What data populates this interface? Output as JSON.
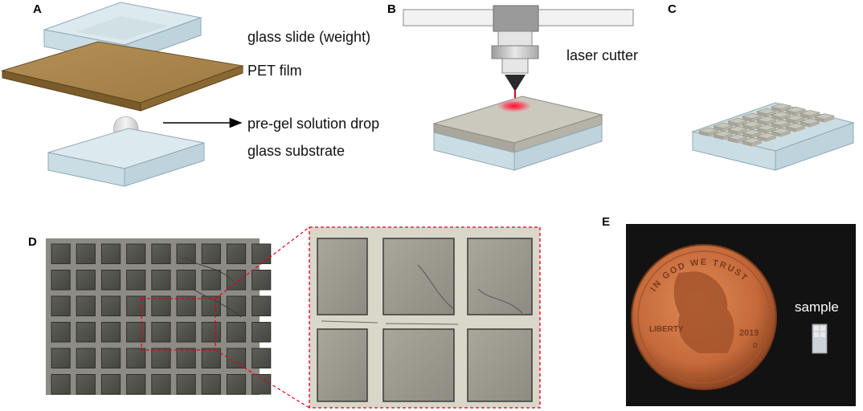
{
  "panels": {
    "a": "A",
    "b": "B",
    "c": "C",
    "d": "D",
    "e": "E"
  },
  "panel_a": {
    "label_glass_slide": "glass slide (weight)",
    "label_pet_film": "PET film",
    "label_drop": "pre-gel solution drop",
    "label_substrate": "glass substrate"
  },
  "panel_b": {
    "label_laser": "laser cutter"
  },
  "panel_e": {
    "label_sample": "sample",
    "coin_top_text": "IN GOD WE TRUST",
    "coin_liberty": "LIBERTY",
    "coin_year": "2019",
    "coin_mint": "D"
  },
  "colors": {
    "glass_fill": "#dbe9ef",
    "glass_edge": "#9fb6c0",
    "pet_film": "#a8834c",
    "laser_red": "#e0001b",
    "gel_gray": "#c9c8bd",
    "copper": "#c56a3b"
  }
}
